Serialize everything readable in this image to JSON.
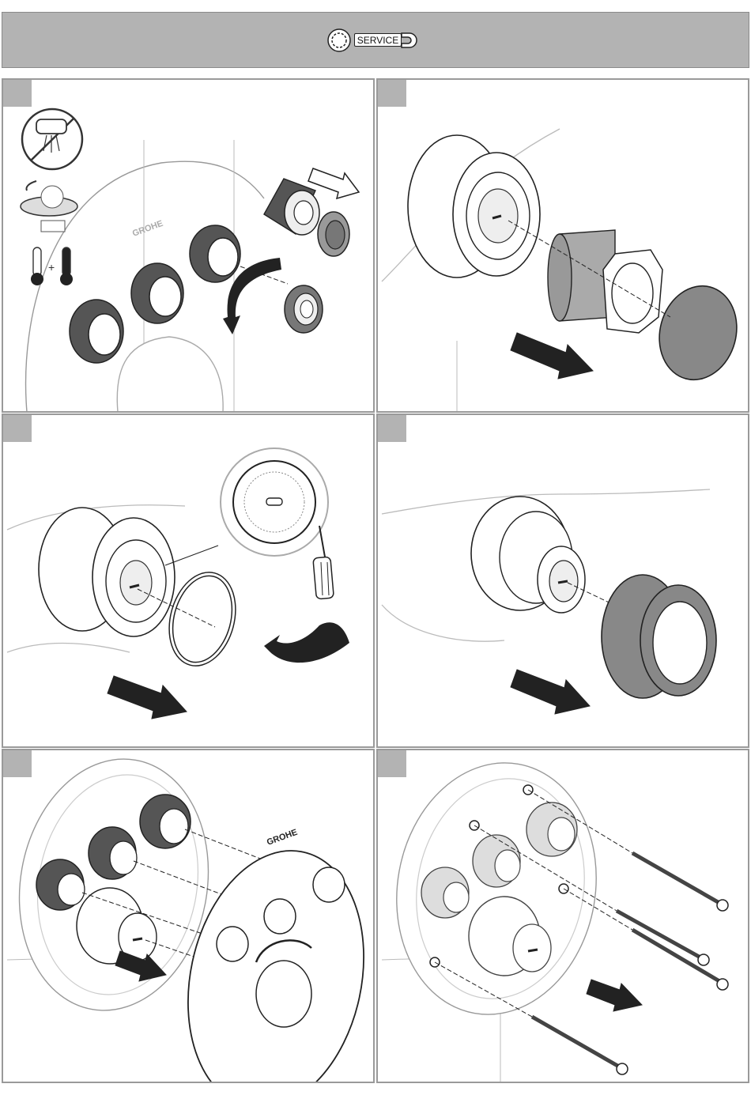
{
  "header": {
    "badge_label": "SERVICE",
    "badge_icons": [
      "gear-icon",
      "wrench-icon"
    ]
  },
  "brand": {
    "logo_text": "GROHE"
  },
  "panels": [
    {
      "id": "step-1",
      "icons": [
        "no-spray-icon",
        "rotate-icon",
        "thermometer-icon"
      ],
      "plus": "+"
    },
    {
      "id": "step-2"
    },
    {
      "id": "step-3"
    },
    {
      "id": "step-4"
    },
    {
      "id": "step-5"
    },
    {
      "id": "step-6"
    }
  ],
  "colors": {
    "header_gray": "#b3b3b3",
    "panel_border": "#9a9a9a",
    "part_gray": "#8c8c8c"
  }
}
